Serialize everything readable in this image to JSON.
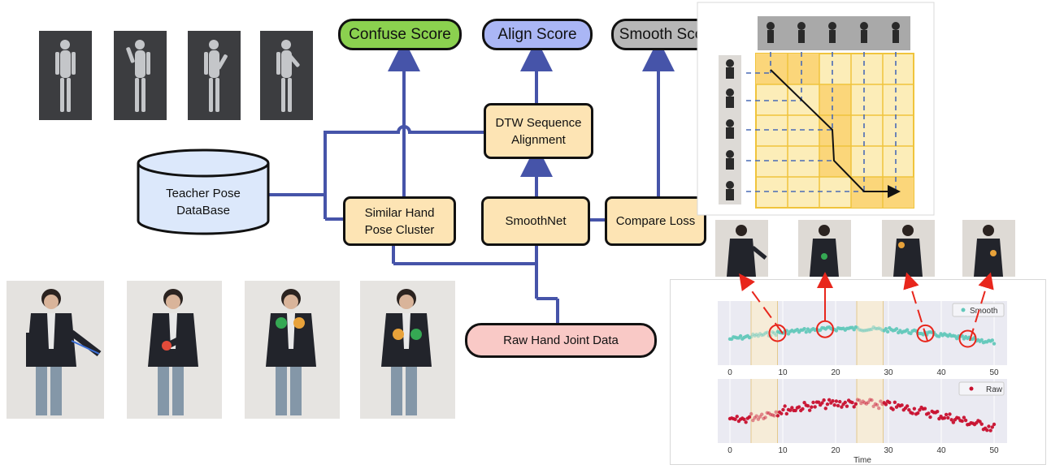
{
  "scores": {
    "confuse": "Confuse Score",
    "align": "Align Score",
    "smooth": "Smooth Score"
  },
  "blocks": {
    "dtw_line1": "DTW Sequence",
    "dtw_line2": "Alignment",
    "cluster_line1": "Similar Hand",
    "cluster_line2": "Pose Cluster",
    "smoothnet": "SmoothNet",
    "compare": "Compare Loss",
    "raw": "Raw Hand Joint Data",
    "db_line1": "Teacher Pose",
    "db_line2": "DataBase"
  },
  "colors": {
    "confuse": "#8bd14f",
    "align": "#aab6f5",
    "smooth": "#b7b7b7",
    "block": "#fde4b4",
    "raw": "#f9c9c6",
    "database": "#dce8fb",
    "connector": "#4654a9",
    "red_arrow": "#e8261c"
  },
  "chart_data": [
    {
      "type": "scatter",
      "xlim": [
        0,
        50
      ],
      "xticks": [
        "0",
        "10",
        "20",
        "30",
        "40",
        "50"
      ],
      "legend": "Smooth",
      "legend_position": "top-right",
      "color": "#63c8bb",
      "highlighted_x_ranges": [
        [
          4,
          9
        ],
        [
          24,
          29
        ]
      ],
      "circled_x": [
        9,
        18,
        37,
        45
      ]
    },
    {
      "type": "scatter",
      "xlim": [
        0,
        50
      ],
      "xticks": [
        "0",
        "10",
        "20",
        "30",
        "40",
        "50"
      ],
      "xlabel": "Time",
      "legend": "Raw",
      "legend_position": "top-right",
      "color": "#c8102e",
      "highlighted_x_ranges": [
        [
          4,
          9
        ],
        [
          24,
          29
        ]
      ]
    }
  ]
}
